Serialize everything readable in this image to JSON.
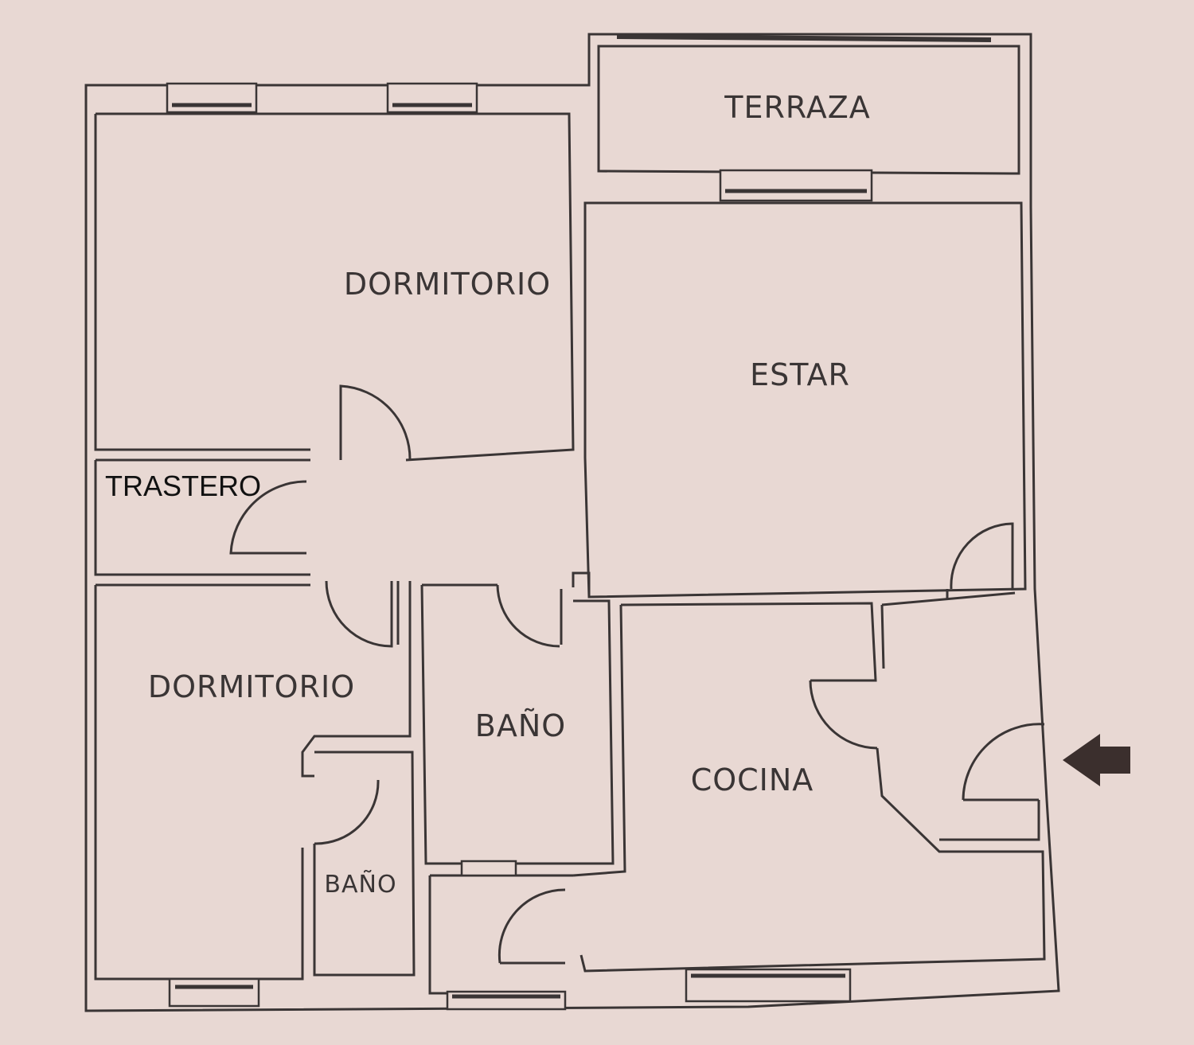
{
  "plan": {
    "rooms": {
      "terraza": "TERRAZA",
      "dormitorio_top": "DORMITORIO",
      "estar": "ESTAR",
      "trastero": "TRASTERO",
      "dormitorio_bottom": "DORMITORIO",
      "bano_center": "BAÑO",
      "cocina": "COCINA",
      "bano_small": "BAÑO"
    },
    "colors": {
      "background": "#e8d8d3",
      "wall": "#3a3535",
      "arrow": "#3b2f2d"
    }
  }
}
